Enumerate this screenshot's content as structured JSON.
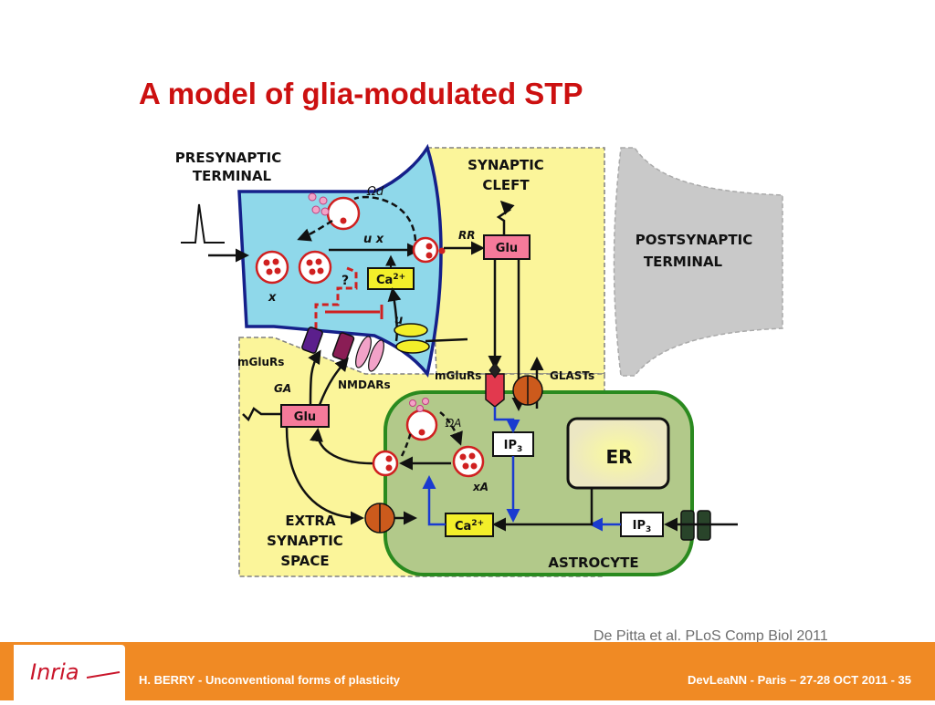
{
  "slide": {
    "title": "A model of glia-modulated STP",
    "citation": "De Pitta et al. PLoS Comp Biol 2011",
    "footer_left": "H. BERRY - Unconventional forms of plasticity",
    "footer_right": "DevLeaNN - Paris – 27-28 OCT 2011 - 35",
    "logo_text": "Inria"
  },
  "diagram": {
    "presynaptic_label_1": "PRESYNAPTIC",
    "presynaptic_label_2": "TERMINAL",
    "cleft_label_1": "SYNAPTIC",
    "cleft_label_2": "CLEFT",
    "postsynaptic_label_1": "POSTSYNAPTIC",
    "postsynaptic_label_2": "TERMINAL",
    "extra_label_1": "EXTRA",
    "extra_label_2": "SYNAPTIC",
    "extra_label_3": "SPACE",
    "astrocyte_label": "ASTROCYTE",
    "er_label": "ER",
    "glu_label": "Glu",
    "ca_label": "Ca",
    "ca_superscript": "2+",
    "ip3_label": "IP",
    "ip3_subscript": "3",
    "omega_d": "Ωd",
    "omega_a": "ΩA",
    "ux_label": "u x",
    "x_label": "x",
    "u_label": "u",
    "q_label": "?",
    "rr_label": "RR",
    "mglurs_label": "mGluRs",
    "nmdars_label": "NMDARs",
    "glast_label": "GLASTs",
    "ga_label": "GA",
    "xa_label": "xA"
  },
  "colors": {
    "title": "#cc1010",
    "presynaptic_fill": "#8fd8ea",
    "cleft_fill": "#fbf59a",
    "astrocyte_fill": "#b2c98a",
    "postsynaptic_fill": "#c9c9c9",
    "glu_box": "#f57a9a",
    "ca_box": "#f3ef2a",
    "footer": "#f08a24",
    "logo": "#c9162b"
  }
}
